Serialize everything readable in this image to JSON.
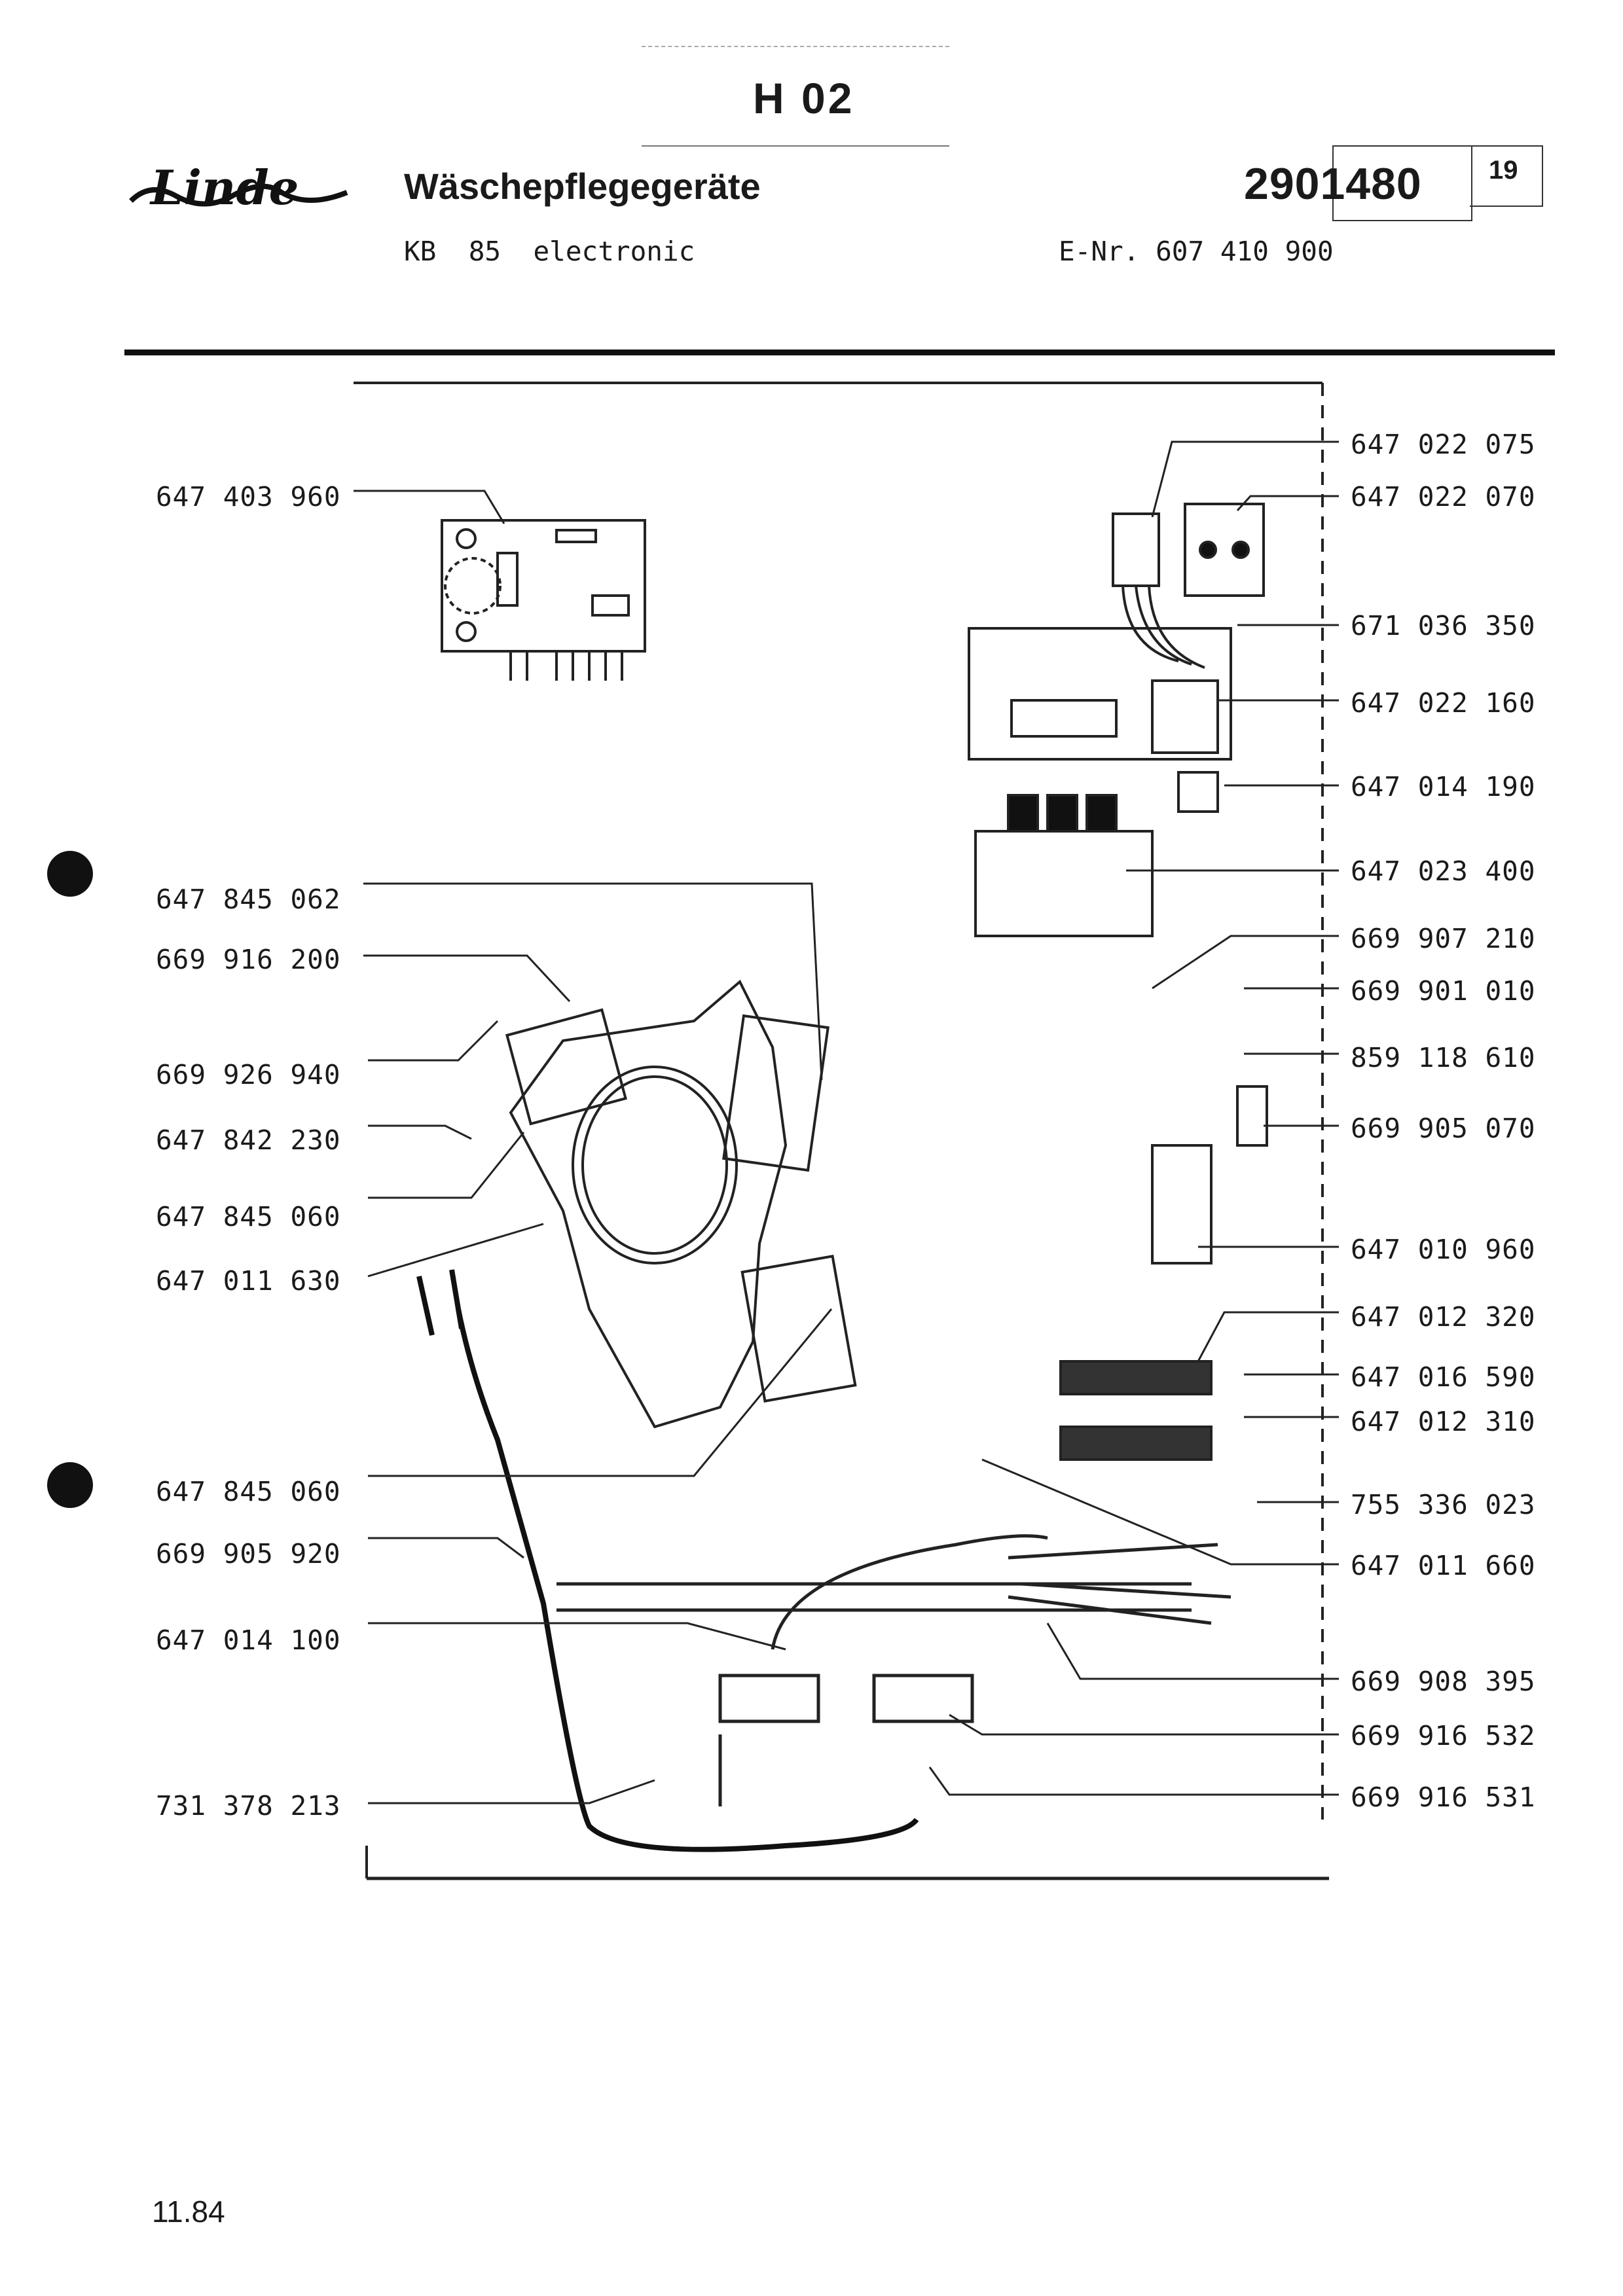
{
  "header": {
    "sheet_code": "H 02",
    "brand_logo_text": "Linde",
    "title": "Wäschepflegegeräte",
    "model": "KB  85  electronic",
    "e_number": "E-Nr. 607 410 900",
    "part_number_main": "290",
    "part_number_boxed": "1480",
    "part_number_suffix": "19"
  },
  "callouts_left": [
    {
      "id": "c1",
      "number": "647 403 960"
    },
    {
      "id": "c2",
      "number": "647 845 062"
    },
    {
      "id": "c3",
      "number": "669 916 200"
    },
    {
      "id": "c4",
      "number": "669 926 940"
    },
    {
      "id": "c5",
      "number": "647 842 230"
    },
    {
      "id": "c6",
      "number": "647 845 060"
    },
    {
      "id": "c7",
      "number": "647 011 630"
    },
    {
      "id": "c8",
      "number": "647 845 060"
    },
    {
      "id": "c9",
      "number": "669 905 920"
    },
    {
      "id": "c10",
      "number": "647 014 100"
    },
    {
      "id": "c11",
      "number": "731 378 213"
    }
  ],
  "callouts_right": [
    {
      "id": "r1",
      "number": "647 022 075"
    },
    {
      "id": "r2",
      "number": "647 022 070"
    },
    {
      "id": "r3",
      "number": "671 036 350"
    },
    {
      "id": "r4",
      "number": "647 022 160"
    },
    {
      "id": "r5",
      "number": "647 014 190"
    },
    {
      "id": "r6",
      "number": "647 023 400"
    },
    {
      "id": "r7",
      "number": "669 907 210"
    },
    {
      "id": "r8",
      "number": "669 901 010"
    },
    {
      "id": "r9",
      "number": "859 118 610"
    },
    {
      "id": "r10",
      "number": "669 905 070"
    },
    {
      "id": "r11",
      "number": "647 010 960"
    },
    {
      "id": "r12",
      "number": "647 012 320"
    },
    {
      "id": "r13",
      "number": "647 016 590"
    },
    {
      "id": "r14",
      "number": "647 012 310"
    },
    {
      "id": "r15",
      "number": "755 336 023"
    },
    {
      "id": "r16",
      "number": "647 011 660"
    },
    {
      "id": "r17",
      "number": "669 908 395"
    },
    {
      "id": "r18",
      "number": "669 916 532"
    },
    {
      "id": "r19",
      "number": "669 916 531"
    }
  ],
  "footer": {
    "date": "11.84"
  }
}
